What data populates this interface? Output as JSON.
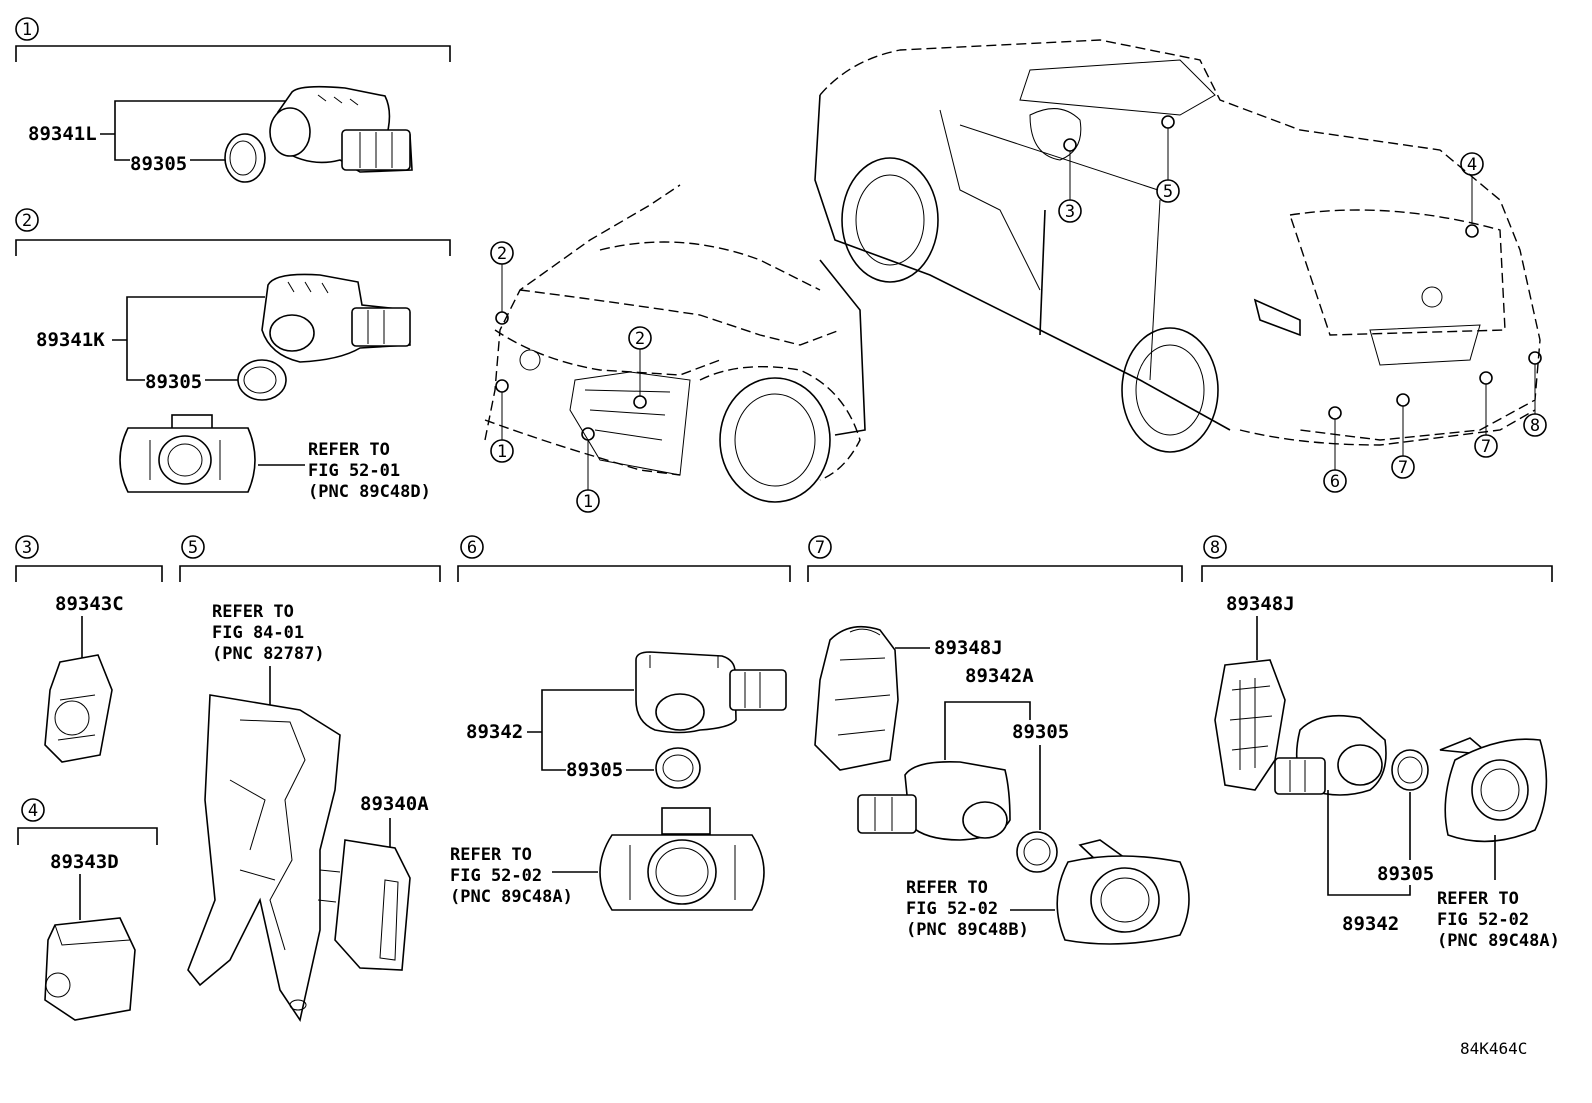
{
  "diagram_id": "84K464C",
  "callout_numbers": [
    "1",
    "2",
    "3",
    "4",
    "5",
    "6",
    "7",
    "8"
  ],
  "section1": {
    "num": "1",
    "part_a": "89341L",
    "part_b": "89305"
  },
  "section2": {
    "num": "2",
    "part_a": "89341K",
    "part_b": "89305",
    "refer_1": "REFER TO",
    "refer_2": "FIG 52-01",
    "refer_3": "(PNC 89C48D)"
  },
  "section3": {
    "num": "3",
    "part": "89343C"
  },
  "section4": {
    "num": "4",
    "part": "89343D"
  },
  "section5": {
    "num": "5",
    "refer_1": "REFER TO",
    "refer_2": "FIG 84-01",
    "refer_3": "(PNC 82787)",
    "part": "89340A"
  },
  "section6": {
    "num": "6",
    "part_a": "89342",
    "part_b": "89305",
    "refer_1": "REFER TO",
    "refer_2": "FIG 52-02",
    "refer_3": "(PNC 89C48A)"
  },
  "section7": {
    "num": "7",
    "part_a": "89348J",
    "part_b": "89342A",
    "part_c": "89305",
    "refer_1": "REFER TO",
    "refer_2": "FIG 52-02",
    "refer_3": "(PNC 89C48B)"
  },
  "section8": {
    "num": "8",
    "part_a": "89348J",
    "part_b": "89305",
    "part_c": "89342",
    "refer_1": "REFER TO",
    "refer_2": "FIG 52-02",
    "refer_3": "(PNC 89C48A)"
  }
}
